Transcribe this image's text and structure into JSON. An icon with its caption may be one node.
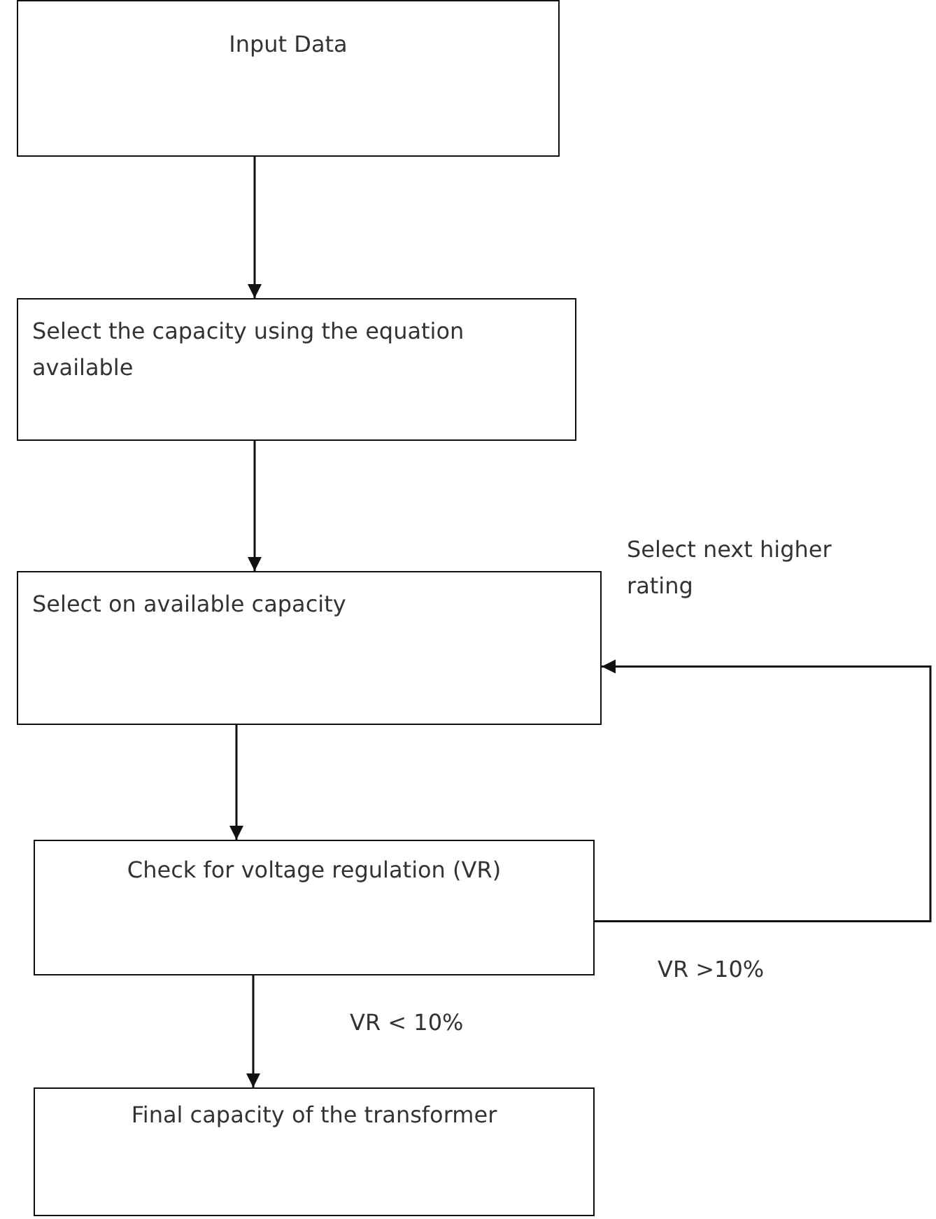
{
  "diagram": {
    "nodes": [
      {
        "text": [
          "Input Data"
        ]
      },
      {
        "text": [
          "Select the capacity using the equation available"
        ]
      },
      {
        "text": [
          "Select on available capacity"
        ]
      },
      {
        "text": [
          "Check for voltage regulation (VR)"
        ]
      },
      {
        "text": [
          "Final capacity of the transformer"
        ]
      }
    ],
    "edges": [
      {
        "from": 0,
        "to": 1,
        "arrow": "to"
      },
      {
        "from": 1,
        "to": 2,
        "arrow": "to"
      },
      {
        "from": 2,
        "to": 3,
        "arrow": "to"
      },
      {
        "from": 3,
        "to": 4,
        "arrow": "to",
        "label": "VR < 10%"
      },
      {
        "from": 3,
        "to": 2,
        "arrow": "to",
        "label": "VR >10%"
      }
    ],
    "labels": [
      "Select next higher rating"
    ]
  }
}
